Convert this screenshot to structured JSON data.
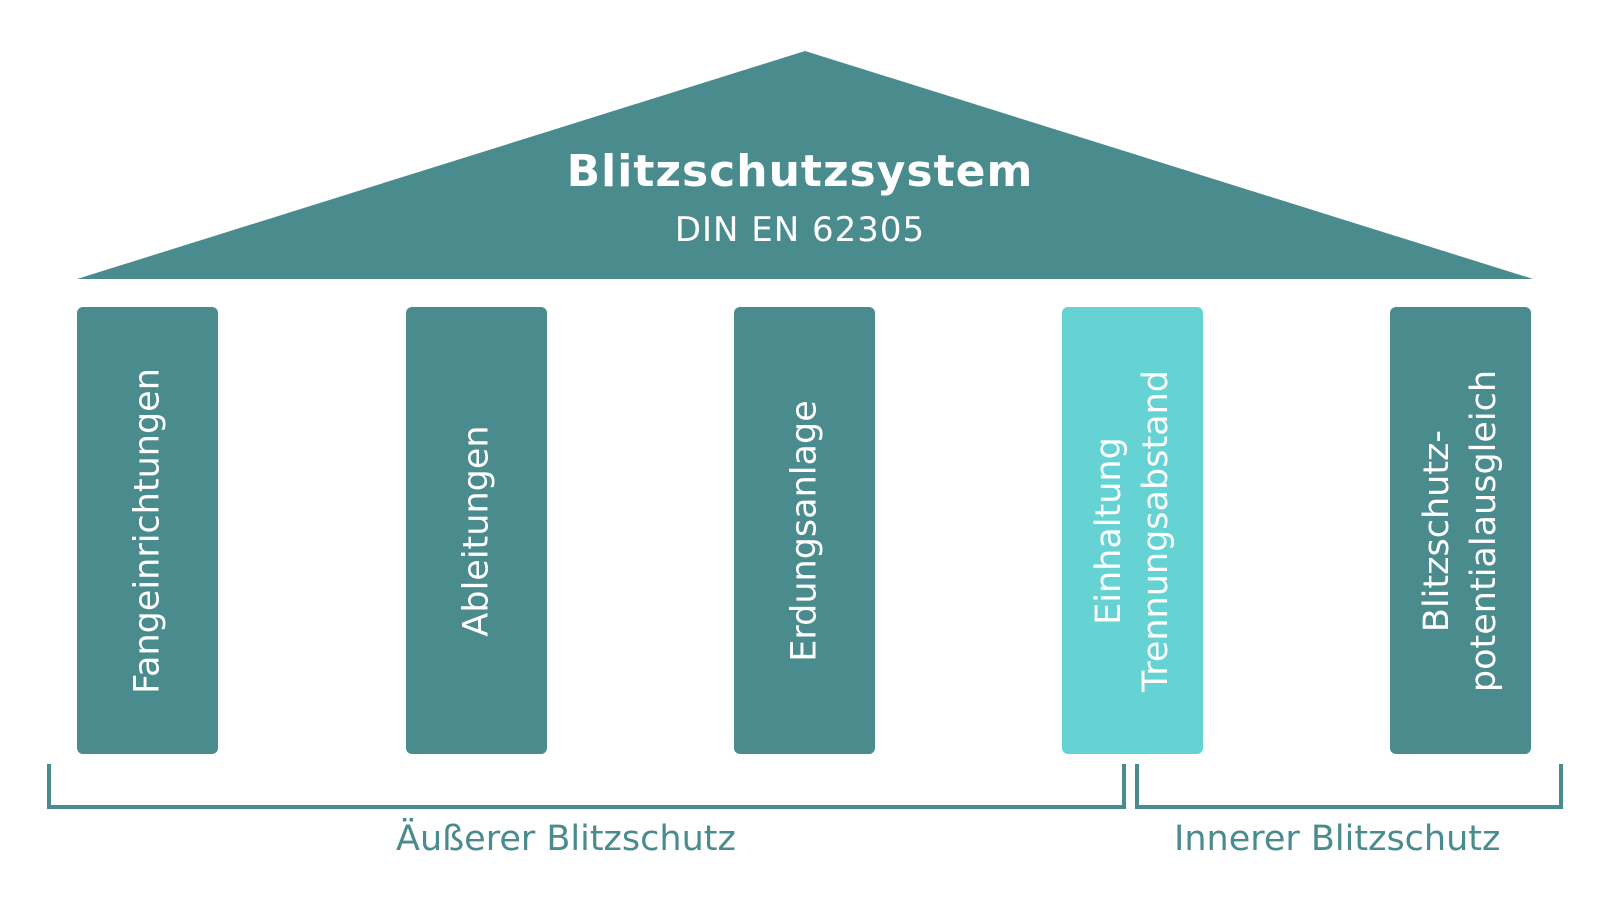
{
  "colors": {
    "primary": "#4a8b8d",
    "accent": "#65d3d3",
    "text_on_dark": "#ffffff"
  },
  "roof": {
    "title": "Blitzschutzsystem",
    "subtitle": "DIN EN 62305"
  },
  "pillars": [
    {
      "lines": [
        "Fangeinrichtungen"
      ],
      "highlighted": false
    },
    {
      "lines": [
        "Ableitungen"
      ],
      "highlighted": false
    },
    {
      "lines": [
        "Erdungsanlage"
      ],
      "highlighted": false
    },
    {
      "lines": [
        "Einhaltung",
        "Trennungsabstand"
      ],
      "highlighted": true
    },
    {
      "lines": [
        "Blitzschutz-",
        "potentialausgleich"
      ],
      "highlighted": false
    }
  ],
  "groups": {
    "outer": "Äußerer Blitzschutz",
    "inner": "Innerer Blitzschutz"
  }
}
